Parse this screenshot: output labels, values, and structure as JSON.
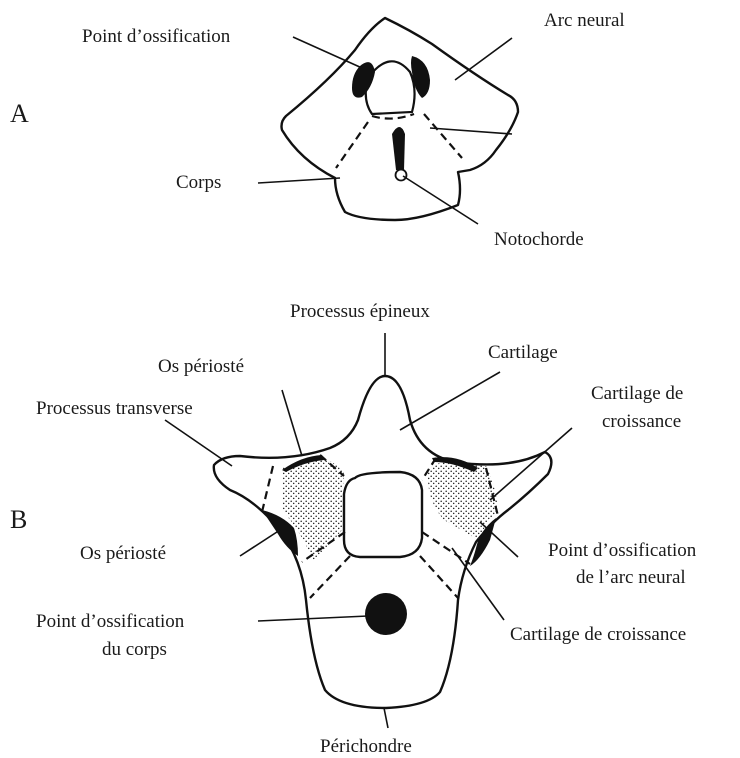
{
  "panels": {
    "a": "A",
    "b": "B"
  },
  "labels_a": {
    "point_ossification": "Point d’ossification",
    "arc_neural": "Arc neural",
    "corps": "Corps",
    "notochorde": "Notochorde"
  },
  "labels_b": {
    "processus_epineux": "Processus épineux",
    "cartilage": "Cartilage",
    "os_perioste_top": "Os périosté",
    "cartilage_croissance_right_1": "Cartilage de",
    "cartilage_croissance_right_2": "croissance",
    "processus_transverse": "Processus transverse",
    "os_perioste_left": "Os périosté",
    "point_ossif_arc_1": "Point d’ossification",
    "point_ossif_arc_2": "de l’arc neural",
    "point_ossif_corps_1": "Point d’ossification",
    "point_ossif_corps_2": "du corps",
    "cartilage_croissance_bottom": "Cartilage de croissance",
    "perichondre": "Périchondre"
  }
}
